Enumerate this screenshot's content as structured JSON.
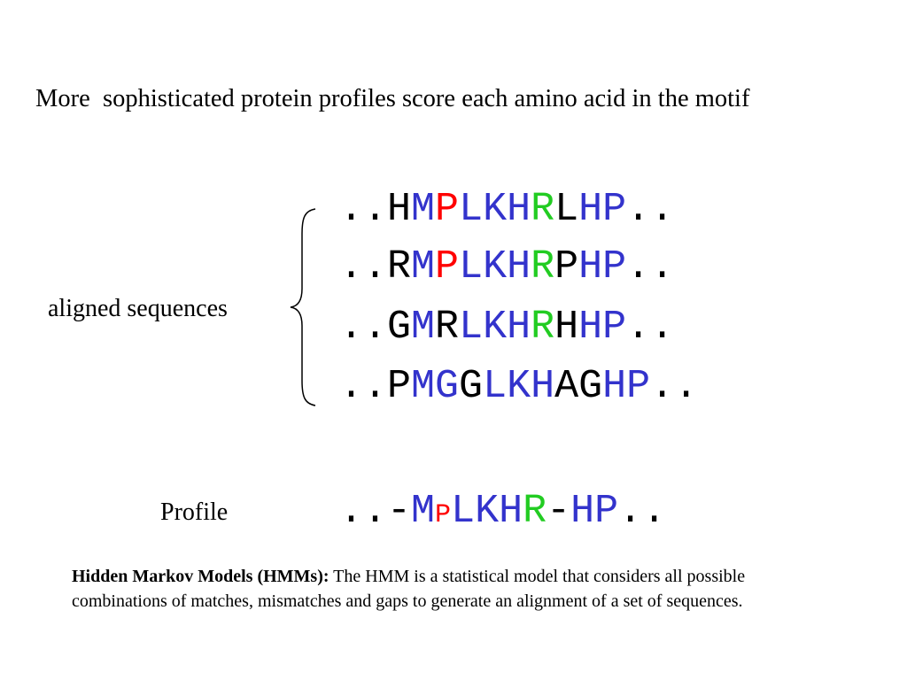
{
  "title": "More  sophisticated protein profiles score each amino acid in the motif",
  "aligned_label": "aligned sequences",
  "sequences": [
    [
      {
        "t": "..",
        "c": "#000000"
      },
      {
        "t": "H",
        "c": "#000000"
      },
      {
        "t": "M",
        "c": "#3333cc"
      },
      {
        "t": "P",
        "c": "#ff0000"
      },
      {
        "t": "LKH",
        "c": "#3333cc"
      },
      {
        "t": "R",
        "c": "#22cc22"
      },
      {
        "t": "L",
        "c": "#000000"
      },
      {
        "t": "HP",
        "c": "#3333cc"
      },
      {
        "t": "..",
        "c": "#000000"
      }
    ],
    [
      {
        "t": "..",
        "c": "#000000"
      },
      {
        "t": "R",
        "c": "#000000"
      },
      {
        "t": "M",
        "c": "#3333cc"
      },
      {
        "t": "P",
        "c": "#ff0000"
      },
      {
        "t": "LKH",
        "c": "#3333cc"
      },
      {
        "t": "R",
        "c": "#22cc22"
      },
      {
        "t": "P",
        "c": "#000000"
      },
      {
        "t": "HP",
        "c": "#3333cc"
      },
      {
        "t": "..",
        "c": "#000000"
      }
    ],
    [
      {
        "t": "..",
        "c": "#000000"
      },
      {
        "t": "G",
        "c": "#000000"
      },
      {
        "t": "M",
        "c": "#3333cc"
      },
      {
        "t": "R",
        "c": "#000000"
      },
      {
        "t": "LKH",
        "c": "#3333cc"
      },
      {
        "t": "R",
        "c": "#22cc22"
      },
      {
        "t": "H",
        "c": "#000000"
      },
      {
        "t": "HP",
        "c": "#3333cc"
      },
      {
        "t": "..",
        "c": "#000000"
      }
    ],
    [
      {
        "t": "..",
        "c": "#000000"
      },
      {
        "t": "P",
        "c": "#000000"
      },
      {
        "t": "MG",
        "c": "#3333cc"
      },
      {
        "t": "G",
        "c": "#000000"
      },
      {
        "t": "LKH",
        "c": "#3333cc"
      },
      {
        "t": "AG",
        "c": "#000000"
      },
      {
        "t": "HP",
        "c": "#3333cc"
      },
      {
        "t": "..",
        "c": "#000000"
      }
    ]
  ],
  "profile_label": "Profile",
  "profile": [
    {
      "t": "..",
      "c": "#000000"
    },
    {
      "t": "-",
      "c": "#000000"
    },
    {
      "t": "M",
      "c": "#3333cc"
    },
    {
      "t": "P",
      "c": "#ff0000",
      "small": true
    },
    {
      "t": "LKH",
      "c": "#3333cc"
    },
    {
      "t": "R",
      "c": "#22cc22"
    },
    {
      "t": "-",
      "c": "#000000"
    },
    {
      "t": "HP",
      "c": "#3333cc"
    },
    {
      "t": "..",
      "c": "#000000"
    }
  ],
  "hmm": {
    "heading": "Hidden Markov Models (HMMs):",
    "text": " The HMM is a statistical model that considers all possible combinations of matches, mismatches and gaps to generate an alignment of a set of sequences."
  }
}
